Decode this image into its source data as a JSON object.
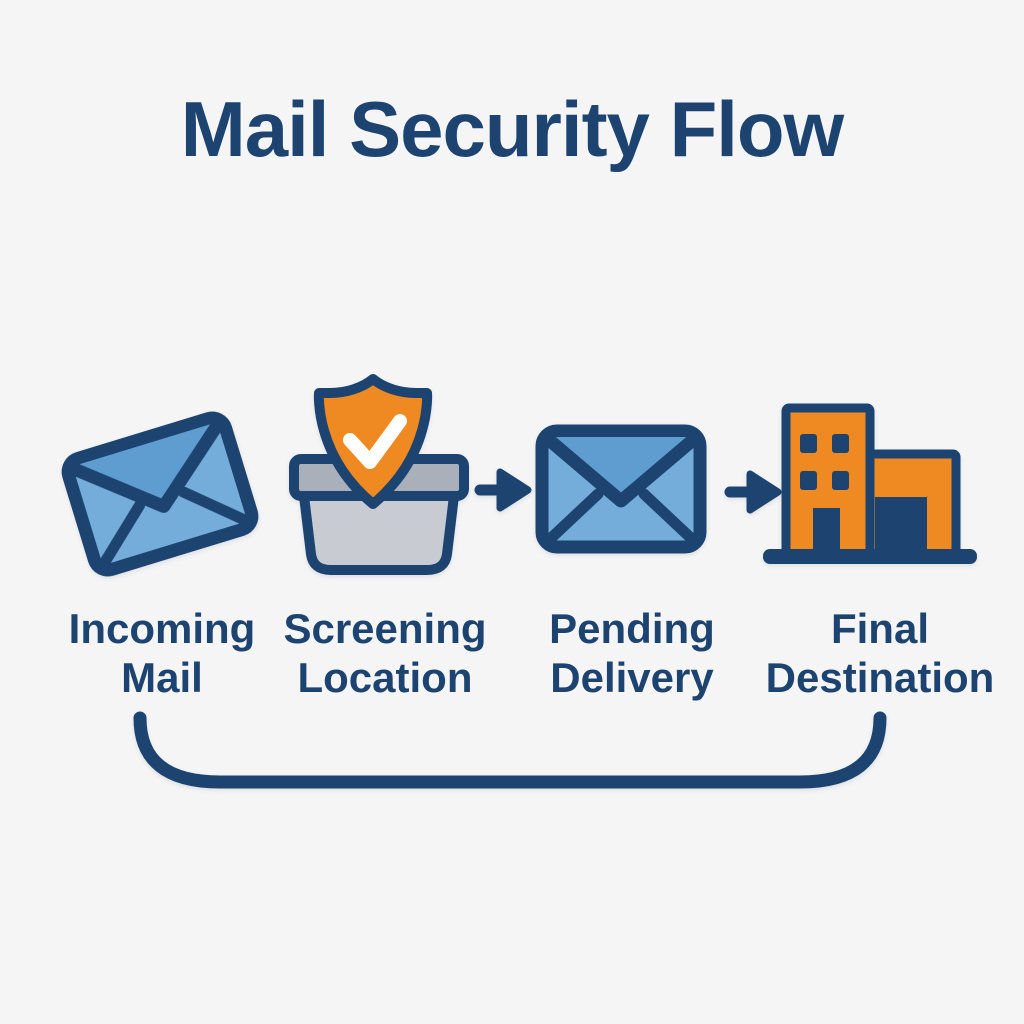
{
  "page": {
    "background": "#f5f5f6"
  },
  "diagram": {
    "title": "Mail Security Flow",
    "colors": {
      "navy": "#1d4470",
      "blue": "#74acda",
      "blue_dark": "#5f9dd0",
      "orange": "#ef8a22",
      "gray_light": "#c8ccd2",
      "gray_dark": "#a9b0ba",
      "white": "#ffffff",
      "background": "#f5f5f6"
    },
    "stages": [
      {
        "id": "incoming-mail",
        "icon": "tilted-envelope-icon",
        "label_line1": "Incoming",
        "label_line2": "Mail"
      },
      {
        "id": "screening-location",
        "icon": "screening-bin-shield-check-icon",
        "label_line1": "Screening",
        "label_line2": "Location"
      },
      {
        "id": "pending-delivery",
        "icon": "envelope-icon",
        "label_line1": "Pending",
        "label_line2": "Delivery"
      },
      {
        "id": "final-destination",
        "icon": "building-icon",
        "label_line1": "Final",
        "label_line2": "Destination"
      }
    ],
    "connectors": {
      "arrows": [
        "right-arrow",
        "right-arrow"
      ],
      "bracket": "return-loop"
    }
  }
}
